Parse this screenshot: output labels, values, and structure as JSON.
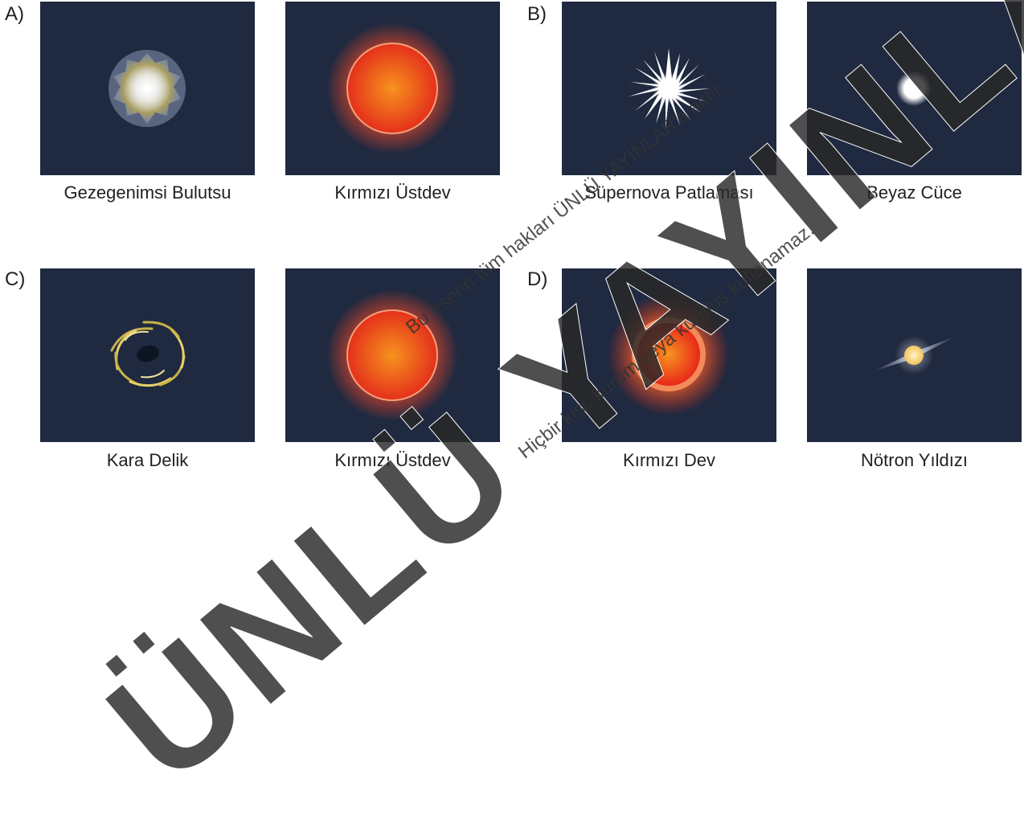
{
  "options": [
    {
      "letter": "A)",
      "items": [
        {
          "caption": "Gezegenimsi Bulutsu",
          "icon": "planetary-nebula-icon"
        },
        {
          "caption": "Kırmızı Üstdev",
          "icon": "red-supergiant-icon"
        }
      ]
    },
    {
      "letter": "B)",
      "items": [
        {
          "caption": "Süpernova Patlaması",
          "icon": "supernova-icon"
        },
        {
          "caption": "Beyaz Cüce",
          "icon": "white-dwarf-icon"
        }
      ]
    },
    {
      "letter": "C)",
      "items": [
        {
          "caption": "Kara Delik",
          "icon": "black-hole-icon"
        },
        {
          "caption": "Kırmızı Üstdev",
          "icon": "red-supergiant-icon"
        }
      ]
    },
    {
      "letter": "D)",
      "items": [
        {
          "caption": "Kırmızı Dev",
          "icon": "red-giant-icon"
        },
        {
          "caption": "Nötron Yıldızı",
          "icon": "neutron-star-icon"
        }
      ]
    }
  ],
  "watermark": {
    "big": "ÜNLÜ YAYINLARI",
    "line1": "Bu eserin tüm hakları ÜNLÜ YAYINLAR'a aittir.",
    "line2": "Hiçbir kişi, kurum veya kuruluş kullanamaz."
  },
  "colors": {
    "panel_bg": "#1f2940",
    "text": "#231f20"
  }
}
